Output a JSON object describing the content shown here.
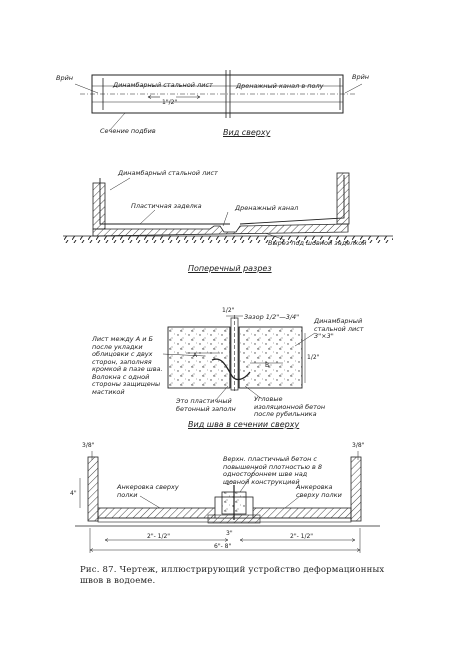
{
  "view1": {
    "title": "Вид сверху",
    "labels": {
      "wire_left": "Врйн",
      "wire_right": "Врйн",
      "steel_sheet": "Динамбарный стальной лист",
      "drain_channel": "Дренажный канал в полу",
      "section_rod": "Сечение подбив",
      "dim_half": "1\"/2\""
    }
  },
  "view2": {
    "title": "Поперечный разрез",
    "labels": {
      "steel_sheet": "Динамбарный стальной лист",
      "plastic_seal": "Пластичная заделка",
      "drain_channel": "Дренажный канал",
      "cut_under_floor": "Вырез под шовной заделкой"
    }
  },
  "view3": {
    "title": "Вид шва в сечении сверху",
    "labels": {
      "dim_top": "1/2\"",
      "gap_note": "Зазор 1/2\"—3/4\"",
      "steel_sheet_vertical": "Динамбарный стальной лист 3\"×3\"",
      "left_note": "Лист между А и Б после укладки облицовки с двух сторон, заполняя кромкой в пазе шва. Волокна с одной стороны защищены мастикой",
      "dim_a": "A",
      "dim_b": "B",
      "dim_right": "1/2\"",
      "bottom_left": "Это пластичный бетонный заполн",
      "bottom_right": "Угловые изоляционной бетон после рубильника"
    }
  },
  "view4": {
    "labels": {
      "dim_left_top": "3/8\"",
      "dim_right_top": "3/8\"",
      "top_note": "Верхн. пластичный бетон с повышенной плотностью в 8 одностороннем шве над шовной конструкцией",
      "anchor_left": "Анкеровка сверху полки",
      "anchor_right": "Анкеровка сверху полки",
      "side_left": "4\"",
      "mid_dim": "1\"",
      "center_dim": "3\"",
      "span_left": "2\"- 1/2\"",
      "span_right": "2\"- 1/2\"",
      "total": "6\"- 8\""
    }
  },
  "caption": "Рис. 87. Чертеж, иллюстрирующий устройство деформационных швов в водоеме."
}
